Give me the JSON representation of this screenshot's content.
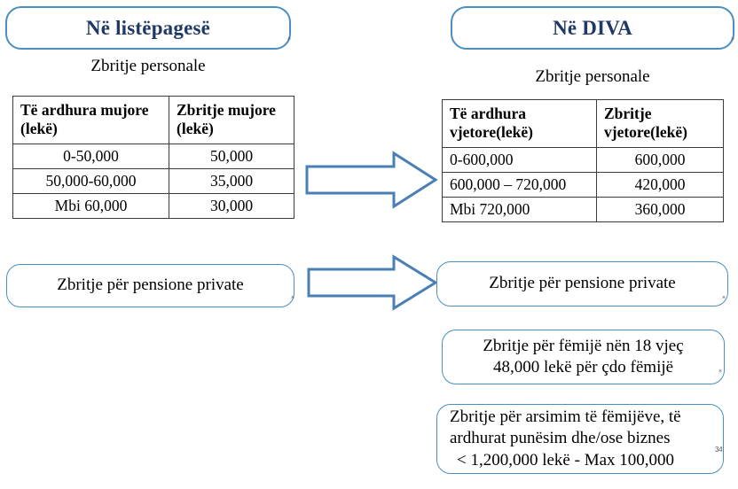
{
  "diagram": {
    "title_left": "Në listëpagesë",
    "title_right": "Në DIVA",
    "caption_left": "Zbritje personale",
    "caption_right": "Zbritje personale"
  },
  "left_table": {
    "headers": [
      "Të ardhura mujore (lekë)",
      "Zbritje mujore (lekë)"
    ],
    "header_lines": [
      [
        "Të ardhura mujore",
        "(lekë)"
      ],
      [
        "Zbritje mujore",
        "(lekë)"
      ]
    ],
    "rows": [
      {
        "income": "0-50,000",
        "deduction": "50,000"
      },
      {
        "income": "50,000-60,000",
        "deduction": "35,000"
      },
      {
        "income": "Mbi 60,000",
        "deduction": "30,000"
      }
    ]
  },
  "right_table": {
    "headers": [
      "Të ardhura vjetore(lekë)",
      "Zbritje vjetore(lekë)"
    ],
    "header_lines": [
      [
        "Të ardhura",
        "vjetore(lekë)"
      ],
      [
        "Zbritje",
        "vjetore(lekë)"
      ]
    ],
    "rows": [
      {
        "income": "0-600,000",
        "deduction": "600,000"
      },
      {
        "income": "600,000 – 720,000",
        "deduction": "420,000"
      },
      {
        "income": "Mbi 720,000",
        "deduction": "360,000"
      }
    ]
  },
  "boxes": {
    "pension_left": "Zbritje për pensione private",
    "pension_right": "Zbritje për pensione private",
    "children": {
      "line1": "Zbritje për fëmijë nën 18 vjeç",
      "line2": "48,000 lekë për çdo fëmijë"
    },
    "education": {
      "line1": "Zbritje për arsimim të fëmijëve, të",
      "line2": "ardhurat punësim dhe/ose biznes",
      "line3": "< 1,200,000 lekë - Max 100,000"
    }
  },
  "arrows": {
    "arrow_one_label": "right-arrow",
    "arrow_two_label": "right-arrow"
  },
  "anchors": {
    "mark_small": "⁎",
    "mark_numbered": "34"
  },
  "colors": {
    "pill_border": "#4a8fc0",
    "title_text": "#1f3864",
    "table_border": "#3b3b3b",
    "arrow_stroke": "#4a7fb5",
    "background": "#ffffff"
  }
}
